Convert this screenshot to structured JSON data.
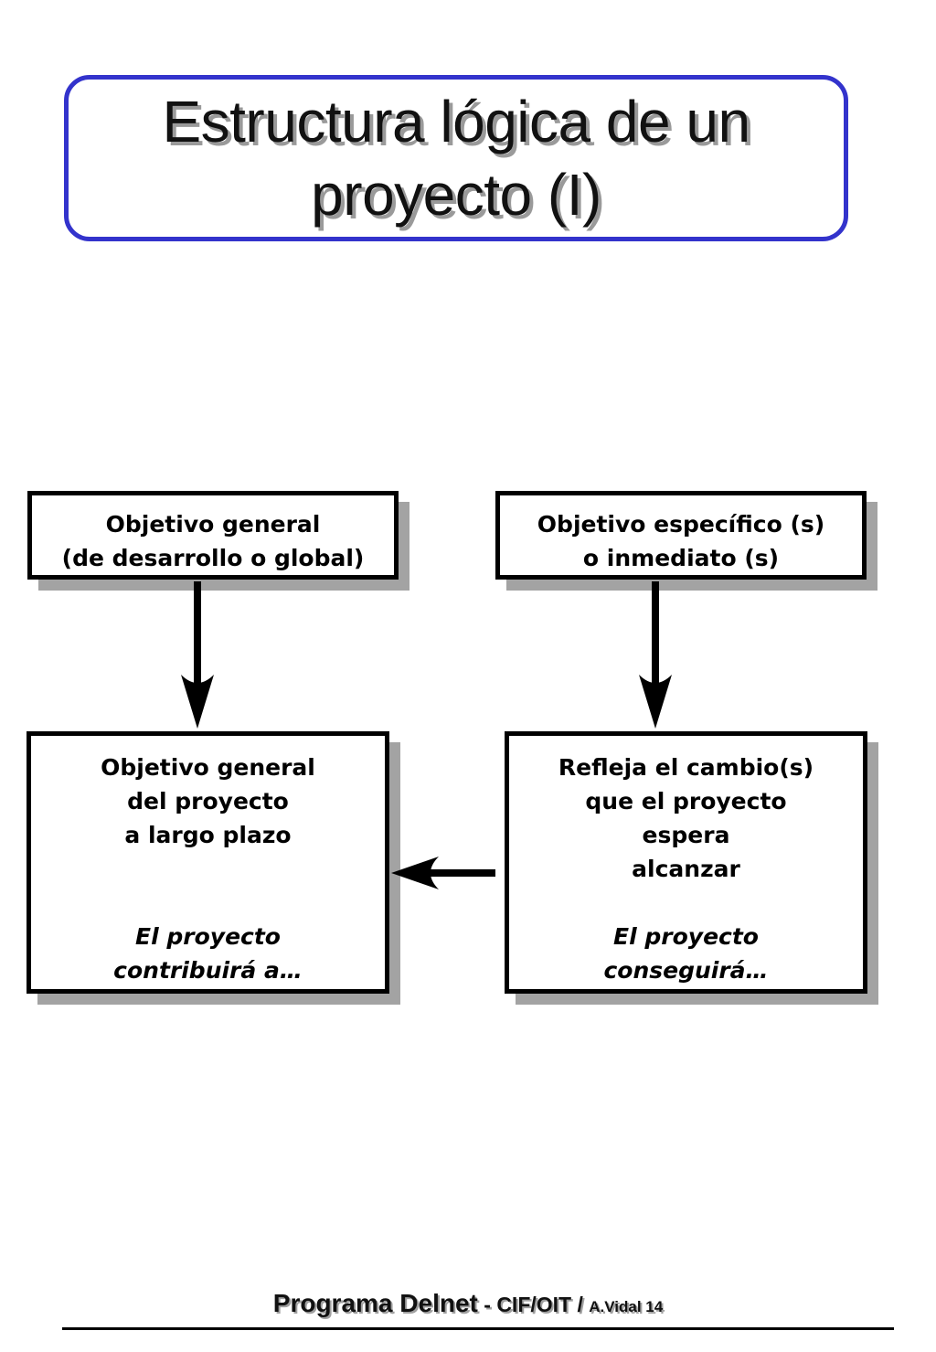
{
  "title": {
    "line1": "Estructura lógica de un",
    "line2": "proyecto (I)"
  },
  "boxes": {
    "top_left": {
      "line1": "Objetivo general",
      "line2": "(de desarrollo o global)"
    },
    "top_right": {
      "line1": "Objetivo específico (s)",
      "line2": "o inmediato (s)"
    },
    "bottom_left": {
      "line1": "Objetivo general",
      "line2": "del proyecto",
      "line3": "a largo plazo",
      "italic1": "El proyecto",
      "italic2": "contribuirá a…"
    },
    "bottom_right": {
      "line1": "Refleja el cambio(s)",
      "line2": "que el proyecto",
      "line3": "espera",
      "line4": "alcanzar",
      "italic1": "El proyecto",
      "italic2": "conseguirá…"
    }
  },
  "footer": {
    "main": "Programa Delnet",
    "sep1": " - ",
    "mid": "CIF/OIT",
    "sep2": " / ",
    "small": "A.Vidal 14"
  },
  "colors": {
    "title_border": "#3333cc",
    "box_shadow": "#a3a3a3",
    "text": "#000000"
  }
}
